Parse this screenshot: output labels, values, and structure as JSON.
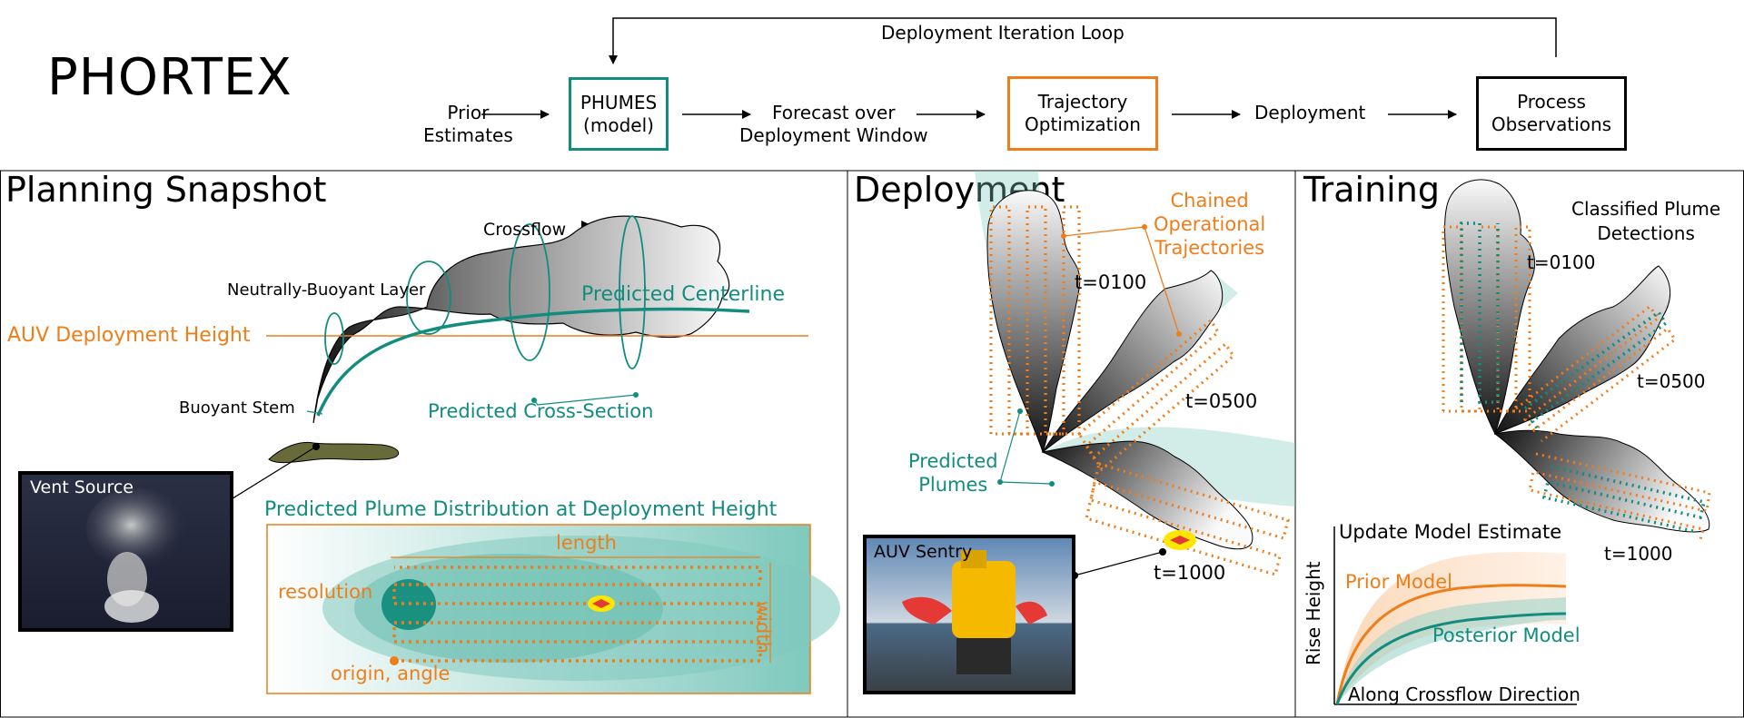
{
  "header": {
    "title": "PHORTEX",
    "loop_label": "Deployment Iteration Loop",
    "steps": [
      {
        "label_lines": [
          "Prior",
          "Estimates"
        ]
      },
      {
        "label_lines": [
          "PHUMES",
          "(model)"
        ]
      },
      {
        "label_lines": [
          "Forecast over",
          "Deployment Window"
        ]
      },
      {
        "label_lines": [
          "Trajectory",
          "Optimization"
        ]
      },
      {
        "label_lines": [
          "Deployment"
        ]
      },
      {
        "label_lines": [
          "Process",
          "Observations"
        ]
      }
    ]
  },
  "planning": {
    "title": "Planning Snapshot",
    "crossflow": "Crossflow",
    "neutral_layer": "Neutrally-Buoyant Layer",
    "centerline": "Predicted Centerline",
    "auv_height": "AUV Deployment Height",
    "buoyant_stem": "Buoyant Stem",
    "cross_section": "Predicted Cross-Section",
    "vent_source": "Vent Source",
    "distribution_title": "Predicted Plume Distribution at Deployment Height",
    "length": "length",
    "width": "width",
    "resolution": "resolution",
    "origin": "origin, angle"
  },
  "deployment": {
    "title": "Deployment",
    "chained_lines": [
      "Chained",
      "Operational",
      "Trajectories"
    ],
    "t0100": "t=0100",
    "t0500": "t=0500",
    "t1000": "t=1000",
    "predicted_lines": [
      "Predicted",
      "Plumes"
    ],
    "auv_sentry": "AUV Sentry"
  },
  "training": {
    "title": "Training",
    "classified_lines": [
      "Classified Plume",
      "Detections"
    ],
    "t0100": "t=0100",
    "t0500": "t=0500",
    "t1000": "t=1000",
    "update": "Update Model Estimate",
    "rise_height": "Rise Height",
    "prior_model": "Prior Model",
    "posterior_model": "Posterior Model",
    "along": "Along Crossflow Direction"
  },
  "colors": {
    "teal": "#128c7e",
    "orange": "#ef7d1a",
    "black": "#000000"
  }
}
